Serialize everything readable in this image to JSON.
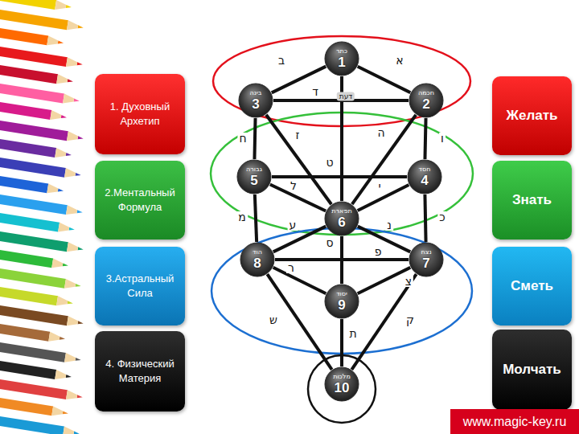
{
  "diagram": {
    "nodes": [
      {
        "text": [
          "1. Духовный Архетип"
        ]
      },
      {
        "text": [
          "2.Ментальный Формула"
        ]
      },
      {
        "text": [
          "3.Астральный Сила"
        ]
      },
      {
        "text": [
          "4. Физический Материя"
        ]
      },
      {
        "text": [
          "כתר",
          "1"
        ]
      },
      {
        "text": [
          "חכמה",
          "2"
        ]
      },
      {
        "text": [
          "בינה",
          "3"
        ]
      },
      {
        "text": [
          "חסד",
          "4"
        ]
      },
      {
        "text": [
          "גבורה",
          "5"
        ]
      },
      {
        "text": [
          "תפארת",
          "6"
        ]
      },
      {
        "text": [
          "נצח",
          "7"
        ]
      },
      {
        "text": [
          "הוד",
          "8"
        ]
      },
      {
        "text": [
          "יסוד",
          "9"
        ]
      },
      {
        "text": [
          "מלכות",
          "10"
        ]
      },
      {
        "text": [
          "Желать"
        ]
      },
      {
        "text": [
          "Знать"
        ]
      },
      {
        "text": [
          "Сметь"
        ]
      },
      {
        "text": [
          "Молчать"
        ]
      },
      {
        "text": [
          "www.magic-key.ru"
        ]
      }
    ],
    "edges": [
      {
        "from": 4,
        "to": 5,
        "arrow": "none",
        "label": "א"
      },
      {
        "from": 4,
        "to": 6,
        "arrow": "none",
        "label": "ב"
      },
      {
        "from": 4,
        "to": 9,
        "arrow": "none"
      },
      {
        "from": 5,
        "to": 6,
        "arrow": "none",
        "label": "ד"
      },
      {
        "from": 5,
        "to": 9,
        "arrow": "none",
        "label": "ה"
      },
      {
        "from": 5,
        "to": 7,
        "arrow": "none",
        "label": "ו"
      },
      {
        "from": 6,
        "to": 9,
        "arrow": "none",
        "label": "ז"
      },
      {
        "from": 6,
        "to": 8,
        "arrow": "none",
        "label": "ח"
      },
      {
        "from": 7,
        "to": 8,
        "arrow": "none",
        "label": "ט"
      },
      {
        "from": 7,
        "to": 10,
        "arrow": "none",
        "label": "כ"
      },
      {
        "from": 7,
        "to": 9,
        "arrow": "none",
        "label": "י"
      },
      {
        "from": 8,
        "to": 9,
        "arrow": "none",
        "label": "ל"
      },
      {
        "from": 8,
        "to": 11,
        "arrow": "none",
        "label": "מ"
      },
      {
        "from": 9,
        "to": 10,
        "arrow": "none",
        "label": "נ"
      },
      {
        "from": 9,
        "to": 12,
        "arrow": "none",
        "label": "ס"
      },
      {
        "from": 9,
        "to": 11,
        "arrow": "none",
        "label": "ע"
      },
      {
        "from": 10,
        "to": 11,
        "arrow": "none",
        "label": "פ"
      },
      {
        "from": 10,
        "to": 12,
        "arrow": "none",
        "label": "צ"
      },
      {
        "from": 10,
        "to": 13,
        "arrow": "none",
        "label": "ק"
      },
      {
        "from": 11,
        "to": 12,
        "arrow": "none",
        "label": "ר"
      },
      {
        "from": 11,
        "to": 13,
        "arrow": "none",
        "label": "ש"
      },
      {
        "from": 12,
        "to": 13,
        "arrow": "none",
        "label": "ת"
      }
    ],
    "labels": [
      "דעת"
    ]
  }
}
